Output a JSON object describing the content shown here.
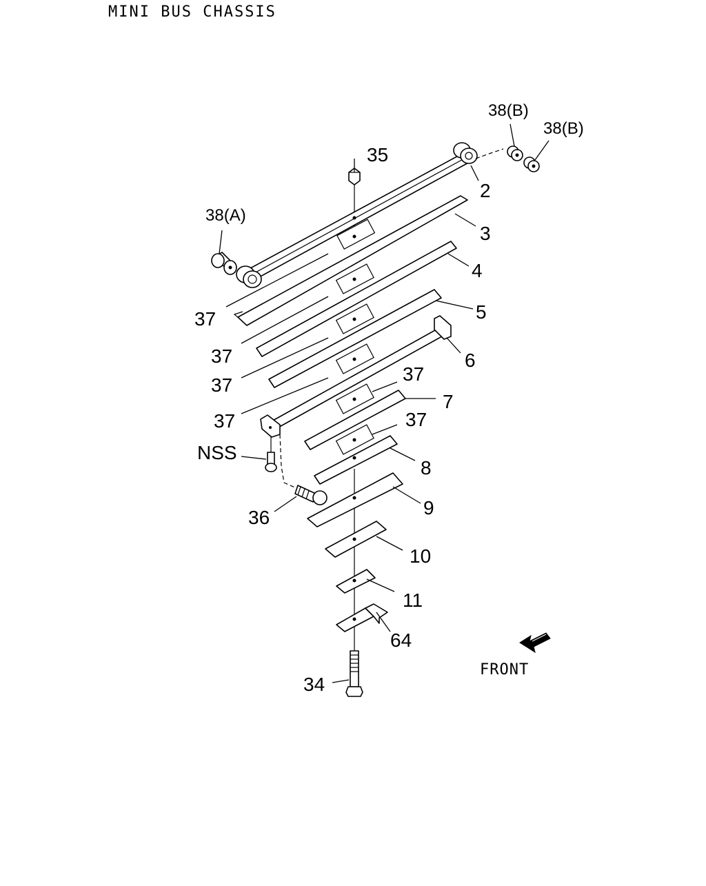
{
  "header": {
    "title": "MINI BUS CHASSIS"
  },
  "labels": {
    "p38b_1": "38(B)",
    "p38b_2": "38(B)",
    "p35": "35",
    "p2": "2",
    "p38a": "38(A)",
    "p3": "3",
    "p4": "4",
    "p5": "5",
    "p6": "6",
    "p37_a": "37",
    "p37_b": "37",
    "p37_c": "37",
    "p37_d": "37",
    "p37_e": "37",
    "p37_f": "37",
    "p7": "7",
    "pNSS": "NSS",
    "p8": "8",
    "p9": "9",
    "p36": "36",
    "p10": "10",
    "p11": "11",
    "p64": "64",
    "p34": "34"
  },
  "front": {
    "label": "FRONT",
    "icon": "front-arrow-icon"
  }
}
